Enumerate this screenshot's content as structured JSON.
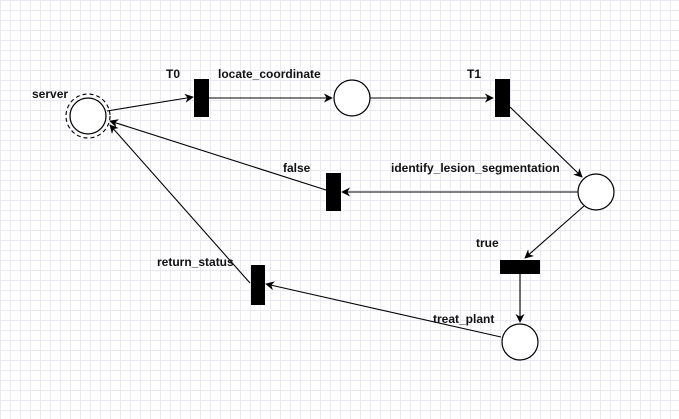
{
  "diagram": {
    "places": [
      {
        "id": "server",
        "label": "server",
        "initial": true
      },
      {
        "id": "p1",
        "label": ""
      },
      {
        "id": "p2",
        "label": "identify_lesion_segmentation"
      },
      {
        "id": "p3",
        "label": "treat_plant"
      }
    ],
    "transitions": [
      {
        "id": "t0",
        "label": "T0",
        "orientation": "vertical"
      },
      {
        "id": "t1",
        "label": "T1",
        "orientation": "vertical"
      },
      {
        "id": "tfalse",
        "label": "false",
        "orientation": "vertical"
      },
      {
        "id": "ttrue",
        "label": "true",
        "orientation": "horizontal"
      },
      {
        "id": "tret",
        "label": "return_status",
        "orientation": "vertical"
      }
    ],
    "arc_labels": {
      "locate_coordinate": "locate_coordinate"
    },
    "arcs": [
      {
        "from": "server",
        "to": "t0"
      },
      {
        "from": "t0",
        "to": "p1",
        "label": "locate_coordinate"
      },
      {
        "from": "p1",
        "to": "t1"
      },
      {
        "from": "t1",
        "to": "p2"
      },
      {
        "from": "p2",
        "to": "tfalse"
      },
      {
        "from": "tfalse",
        "to": "server"
      },
      {
        "from": "p2",
        "to": "ttrue"
      },
      {
        "from": "ttrue",
        "to": "p3"
      },
      {
        "from": "p3",
        "to": "tret"
      },
      {
        "from": "tret",
        "to": "server"
      }
    ],
    "colors": {
      "stroke": "#000000",
      "fill": "#ffffff",
      "grid": "#e9e9f5"
    }
  }
}
